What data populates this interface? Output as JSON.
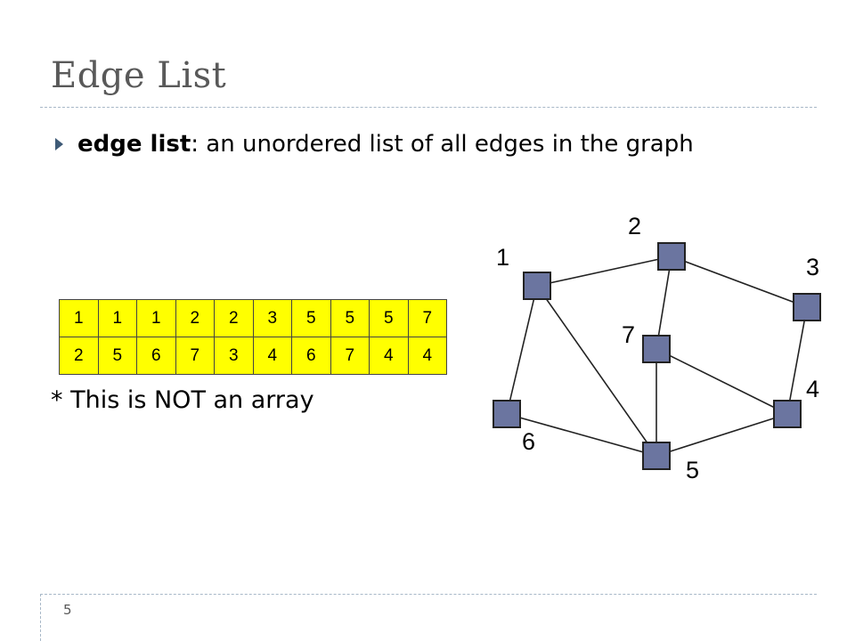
{
  "slide": {
    "title": "Edge List",
    "bullet_term": "edge list",
    "bullet_rest": ": an unordered list of all edges in the graph",
    "note": "* This is NOT an array",
    "page_number": "5"
  },
  "colors": {
    "cell_fill": "#ffff00",
    "node_fill": "#6b75a0",
    "title_color": "#595959",
    "bullet_color": "#3e5a76"
  },
  "edge_list": {
    "from": [
      "1",
      "1",
      "1",
      "2",
      "2",
      "3",
      "5",
      "5",
      "5",
      "7"
    ],
    "to": [
      "2",
      "5",
      "6",
      "7",
      "3",
      "4",
      "6",
      "7",
      "4",
      "4"
    ]
  },
  "graph": {
    "nodes": [
      "1",
      "2",
      "3",
      "4",
      "5",
      "6",
      "7"
    ],
    "edges": [
      [
        "1",
        "2"
      ],
      [
        "1",
        "5"
      ],
      [
        "1",
        "6"
      ],
      [
        "2",
        "7"
      ],
      [
        "2",
        "3"
      ],
      [
        "3",
        "4"
      ],
      [
        "5",
        "6"
      ],
      [
        "5",
        "7"
      ],
      [
        "5",
        "4"
      ],
      [
        "7",
        "4"
      ]
    ]
  }
}
